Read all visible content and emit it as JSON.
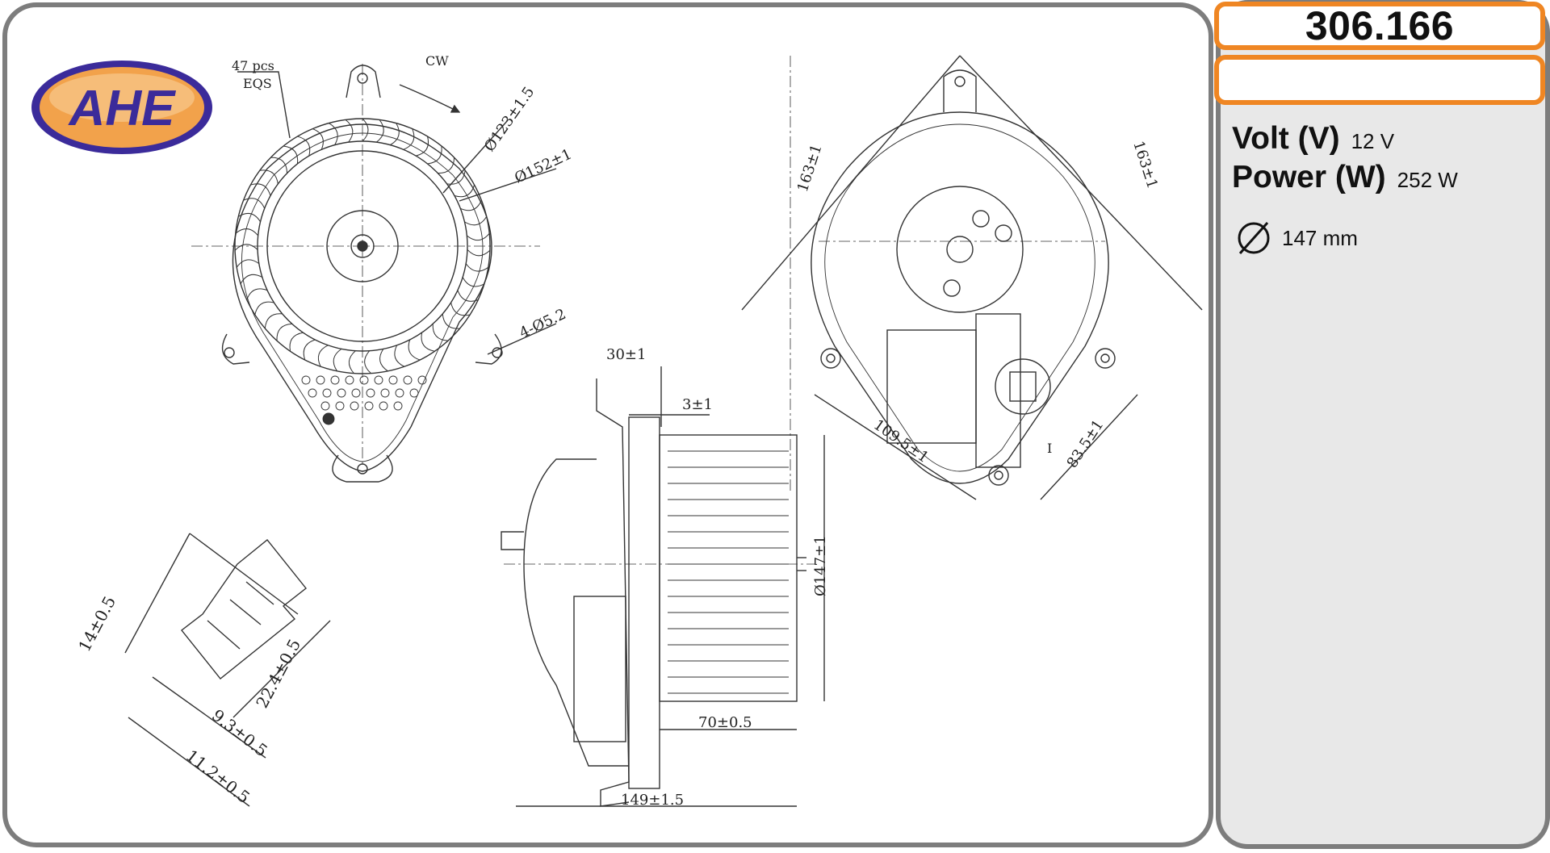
{
  "brand": {
    "name": "AHE",
    "colors": {
      "primary": "#3b2b9a",
      "accent": "#f2a24b",
      "frame": "#ef8623"
    }
  },
  "part_number": "306.166",
  "specs": [
    {
      "label": "Volt (V)",
      "value": "12 V"
    },
    {
      "label": "Power (W)",
      "value": "252 W"
    }
  ],
  "diameter": {
    "icon": "diameter-icon",
    "value": "147 mm"
  },
  "drawing_labels": {
    "blades": "47 pcs",
    "eqs": "EQS",
    "rotation": "CW",
    "inner_dia": "Ø123±1.5",
    "outer_dia": "Ø152±1",
    "holes": "4-Ø5.2",
    "height_left": "163±1",
    "height_right": "163±1",
    "span_a": "109.5±1",
    "span_b": "83.5±1",
    "marker": "I",
    "flange": "30±1",
    "gap": "3±1",
    "wheel_dia": "Ø147±1",
    "wheel_width": "70±0.5",
    "total_length": "149±1.5",
    "conn_a": "14±0.5",
    "conn_b": "22.4±0.5",
    "conn_c": "9.3±0.5",
    "conn_d": "11.2±0.5"
  }
}
